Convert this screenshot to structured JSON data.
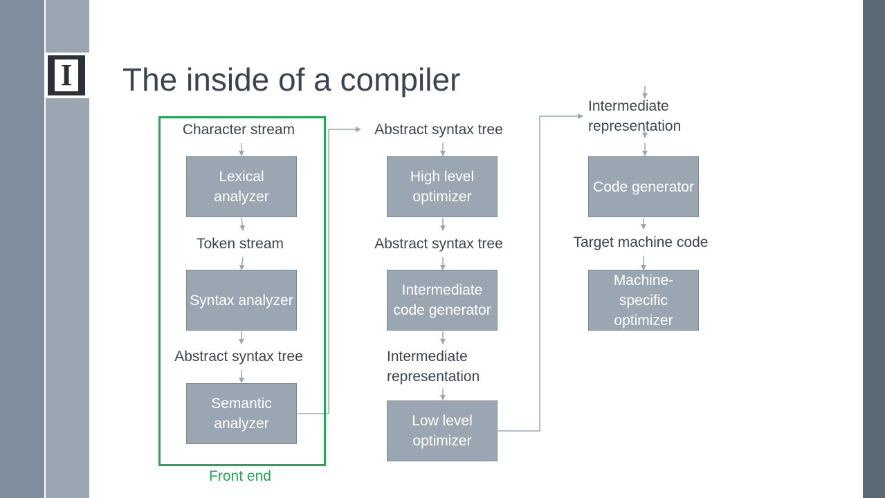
{
  "title": "The inside of a compiler",
  "boxes": {
    "lexical": "Lexical analyzer",
    "syntax": "Syntax analyzer",
    "semantic": "Semantic analyzer",
    "high_level": "High level optimizer",
    "ir_codegen": "Intermediate code generator",
    "low_level": "Low level optimizer",
    "codegen": "Code generator",
    "machine_opt": "Machine-specific optimizer"
  },
  "labels": {
    "char_stream": "Character stream",
    "token_stream": "Token stream",
    "ast_1": "Abstract syntax tree",
    "ast_2": "Abstract syntax tree",
    "ast_3": "Abstract syntax tree",
    "ir_1_line1": "Intermediate",
    "ir_1_line2": "representation",
    "ir_2_line1": "Intermediate",
    "ir_2_line2": "representation",
    "target_code": "Target machine code"
  },
  "group": {
    "label": "Front end",
    "color": "#22a855"
  },
  "colors": {
    "box_fill": "#9aa7b3",
    "arrow": "#9aa7b3",
    "text": "#3b4450"
  },
  "icons": {
    "logo": "university-block-i-logo"
  }
}
